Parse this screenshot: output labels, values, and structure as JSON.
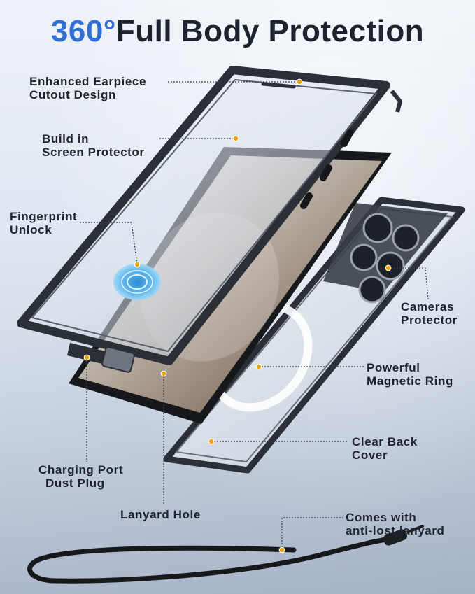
{
  "title": {
    "accent": "360°",
    "main": "Full Body Protection"
  },
  "callouts": {
    "earpiece": [
      "Enhanced Earpiece",
      "Cutout Design"
    ],
    "screen": [
      "Build in",
      "Screen Protector"
    ],
    "fingerprint": [
      "Fingerprint",
      "Unlock"
    ],
    "cameras": [
      "Cameras",
      "Protector"
    ],
    "magnetic": [
      "Powerful",
      "Magnetic Ring"
    ],
    "back": [
      "Clear Back",
      "Cover"
    ],
    "port": [
      "Charging Port",
      "Dust Plug"
    ],
    "lanyard_hole": [
      "Lanyard Hole"
    ],
    "lanyard": [
      "Comes with",
      "anti-lost lanyard"
    ]
  },
  "colors": {
    "accent": "#2f6fd6",
    "dot": "#f2a200",
    "text": "#1f2430",
    "frame": "#2b2f36"
  }
}
